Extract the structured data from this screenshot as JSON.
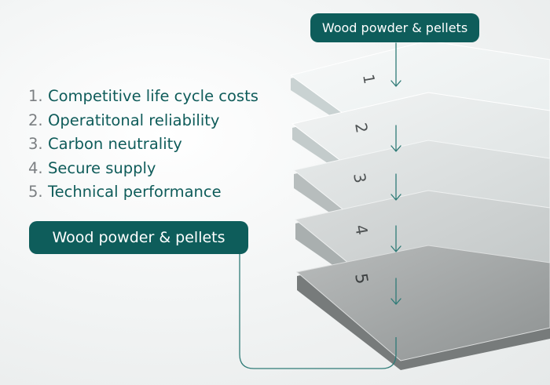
{
  "top_badge": {
    "label": "Wood powder & pellets"
  },
  "left_badge": {
    "label": "Wood powder & pellets"
  },
  "criteria": [
    {
      "num": "1.",
      "text": "Competitive life cycle costs"
    },
    {
      "num": "2.",
      "text": "Operatitonal reliability"
    },
    {
      "num": "3.",
      "text": "Carbon neutrality"
    },
    {
      "num": "4.",
      "text": "Secure supply"
    },
    {
      "num": "5.",
      "text": "Technical performance"
    }
  ],
  "layers": [
    "1",
    "2",
    "3",
    "4",
    "5"
  ],
  "colors": {
    "accent": "#0e5d5b",
    "accent_text": "#0f5c5a",
    "number_gray": "#7b7f82",
    "arrow": "#2f7b77"
  }
}
